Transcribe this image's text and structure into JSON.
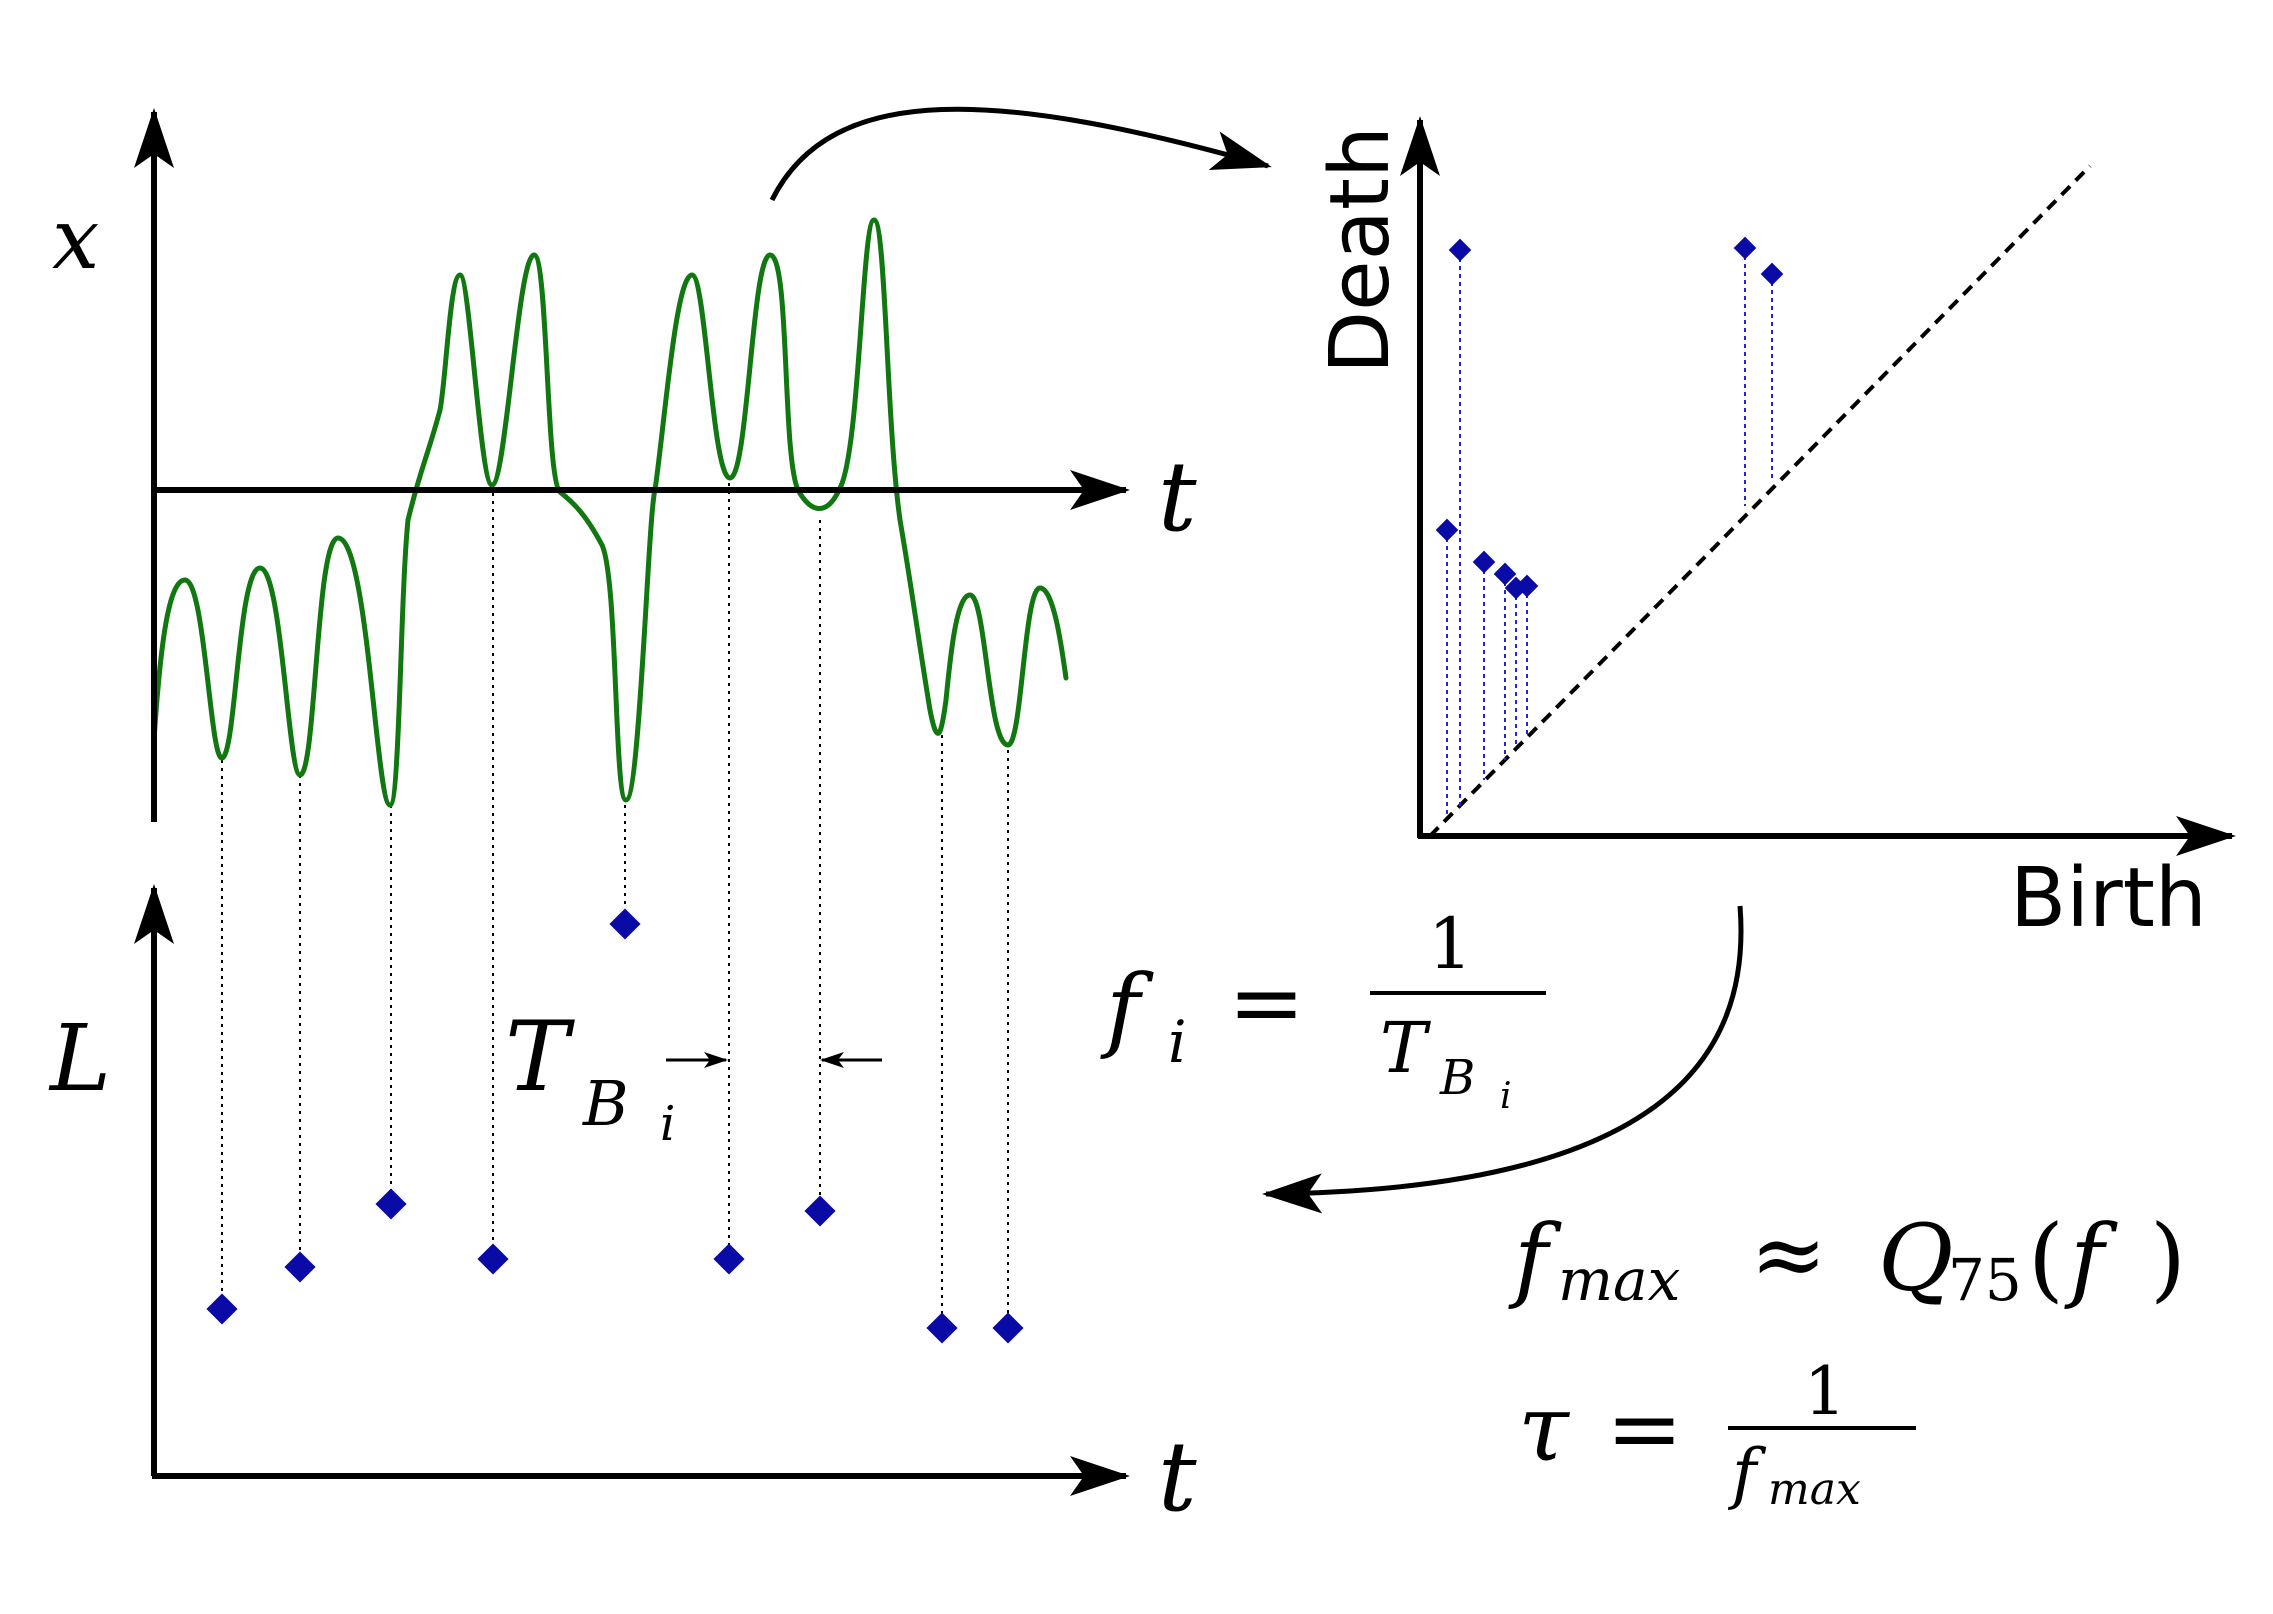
{
  "colors": {
    "signal": "#117711",
    "marker": "#0a0aa6",
    "axis": "#000000",
    "stem": "#2222dd",
    "diagonal": "#000000"
  },
  "top_plot": {
    "y_label": "x",
    "x_label": "t"
  },
  "bottom_plot": {
    "y_label": "L",
    "x_label": "t",
    "period_label": {
      "base": "T",
      "sub": "B",
      "subsub": "i"
    }
  },
  "persistence_diagram": {
    "x_label": "Birth",
    "y_label": "Death"
  },
  "formulas": {
    "freq": {
      "lhs_base": "f",
      "lhs_sub": "i",
      "eq": "=",
      "num": "1",
      "den_base": "T",
      "den_sub": "B",
      "den_subsub": "i"
    },
    "fmax": {
      "lhs_base": "f",
      "lhs_sub": "max",
      "approx": "≈",
      "q": "Q",
      "q_sub": "75",
      "open": "(",
      "arg": "f",
      "close": ")"
    },
    "tau": {
      "lhs": "τ",
      "eq": "=",
      "num": "1",
      "den_base": "f",
      "den_sub": "max"
    }
  },
  "icons": {
    "marker": "diamond-marker-icon",
    "arrowhead": "arrowhead-icon"
  }
}
